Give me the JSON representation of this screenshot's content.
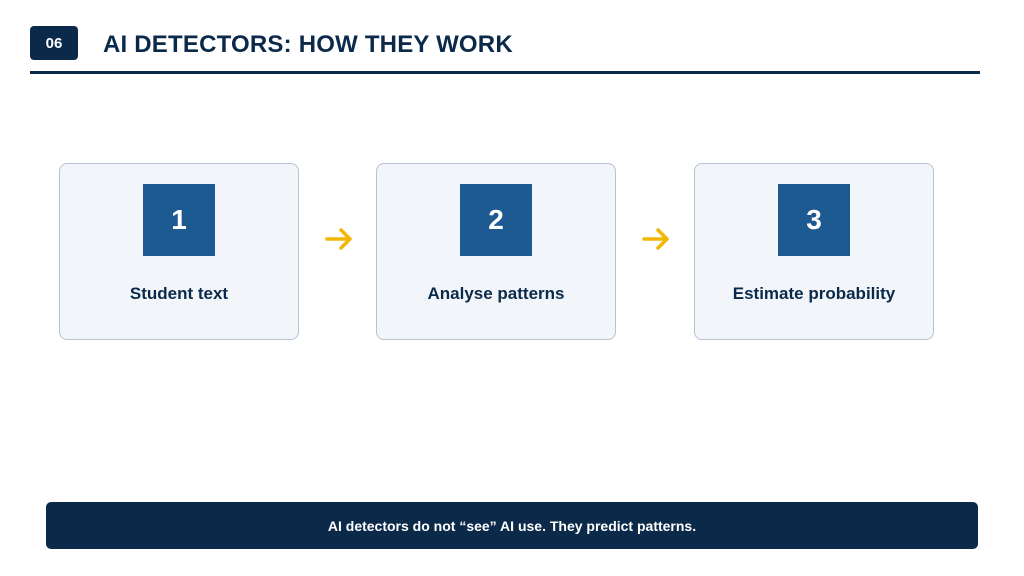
{
  "header": {
    "slide_number": "06",
    "title": "AI DETECTORS: HOW THEY WORK"
  },
  "steps": [
    {
      "number": "1",
      "label": "Student text"
    },
    {
      "number": "2",
      "label": "Analyse patterns"
    },
    {
      "number": "3",
      "label": "Estimate probability"
    }
  ],
  "arrows": {
    "icon": "arrow-right-icon",
    "color": "#f2b705"
  },
  "footer": {
    "text": "AI detectors do not “see” AI use. They predict patterns."
  },
  "colors": {
    "navy": "#0b2a4a",
    "step_blue": "#1d5a91",
    "card_bg": "#f2f5f9",
    "card_border": "#b7c3d2",
    "arrow": "#f2b705"
  }
}
